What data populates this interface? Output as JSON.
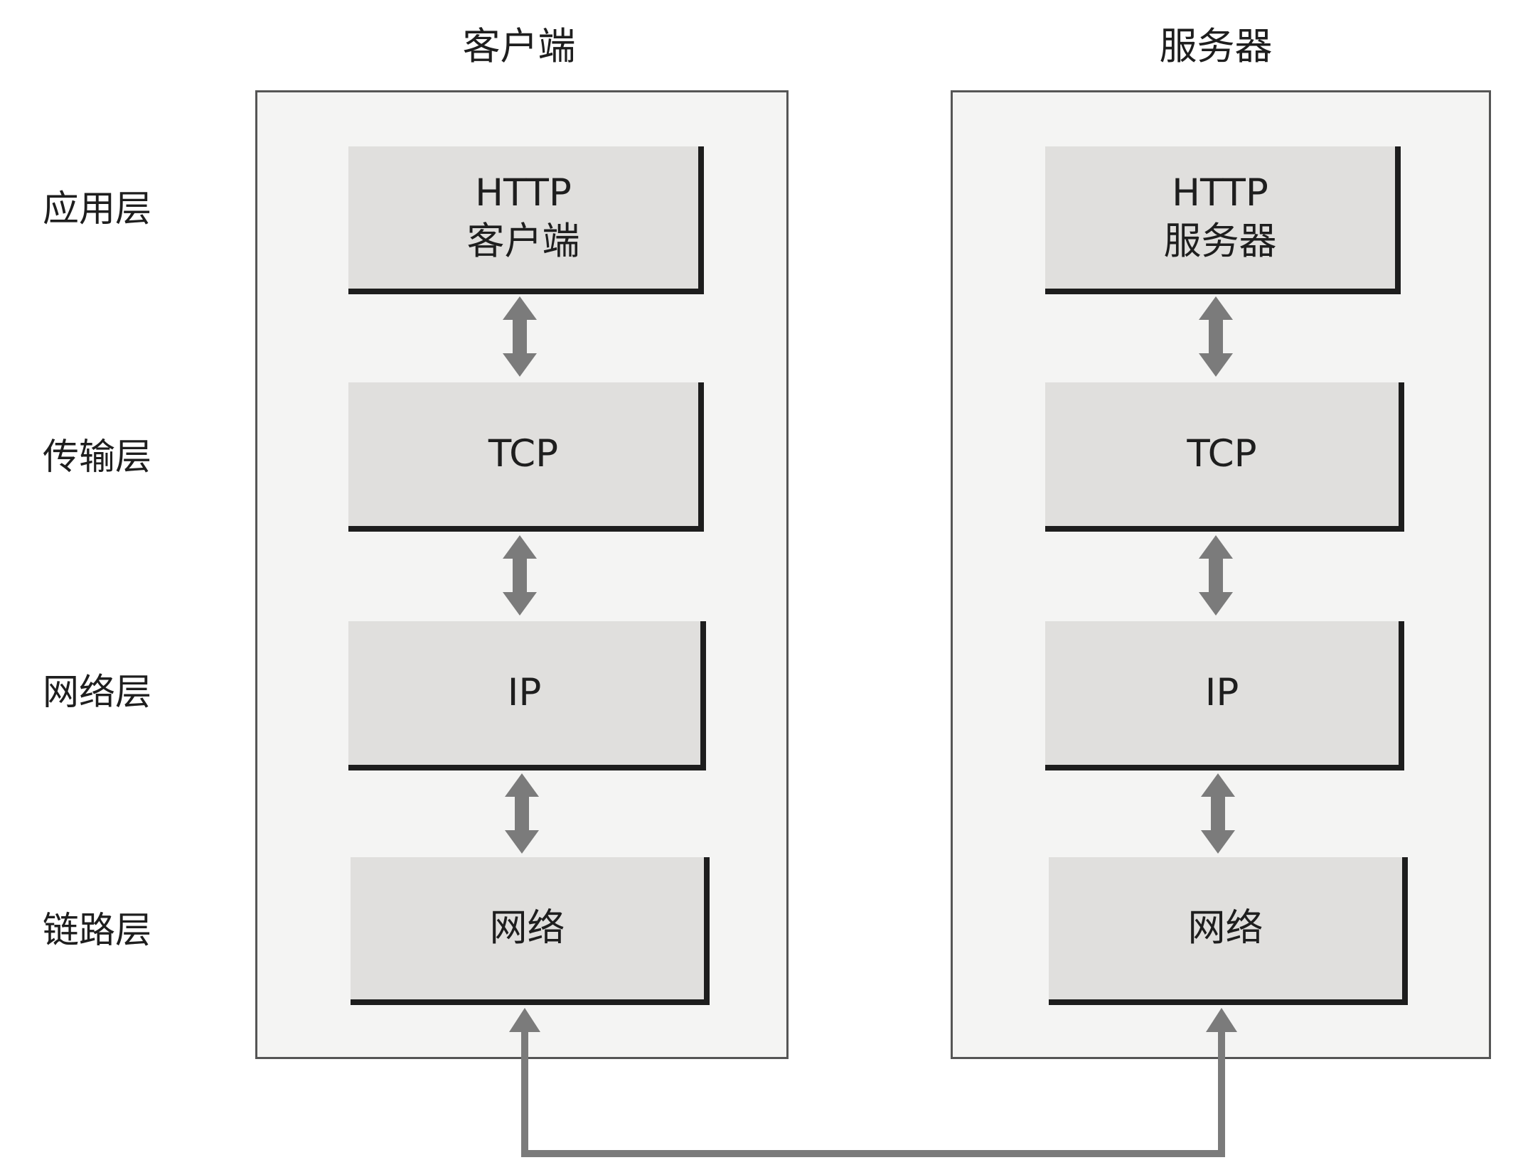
{
  "client": {
    "title": "客户端",
    "layers": {
      "application": {
        "line1": "HTTP",
        "line2": "客户端"
      },
      "transport": "TCP",
      "network": "IP",
      "link": "网络"
    }
  },
  "server": {
    "title": "服务器",
    "layers": {
      "application": {
        "line1": "HTTP",
        "line2": "服务器"
      },
      "transport": "TCP",
      "network": "IP",
      "link": "网络"
    }
  },
  "layer_labels": {
    "application": "应用层",
    "transport": "传输层",
    "network": "网络层",
    "link": "链路层"
  },
  "colors": {
    "panel_fill": "#f4f4f3",
    "box_fill": "#e0dfdd",
    "box_shadow": "#1d1d1d",
    "arrow": "#7b7b7b"
  }
}
